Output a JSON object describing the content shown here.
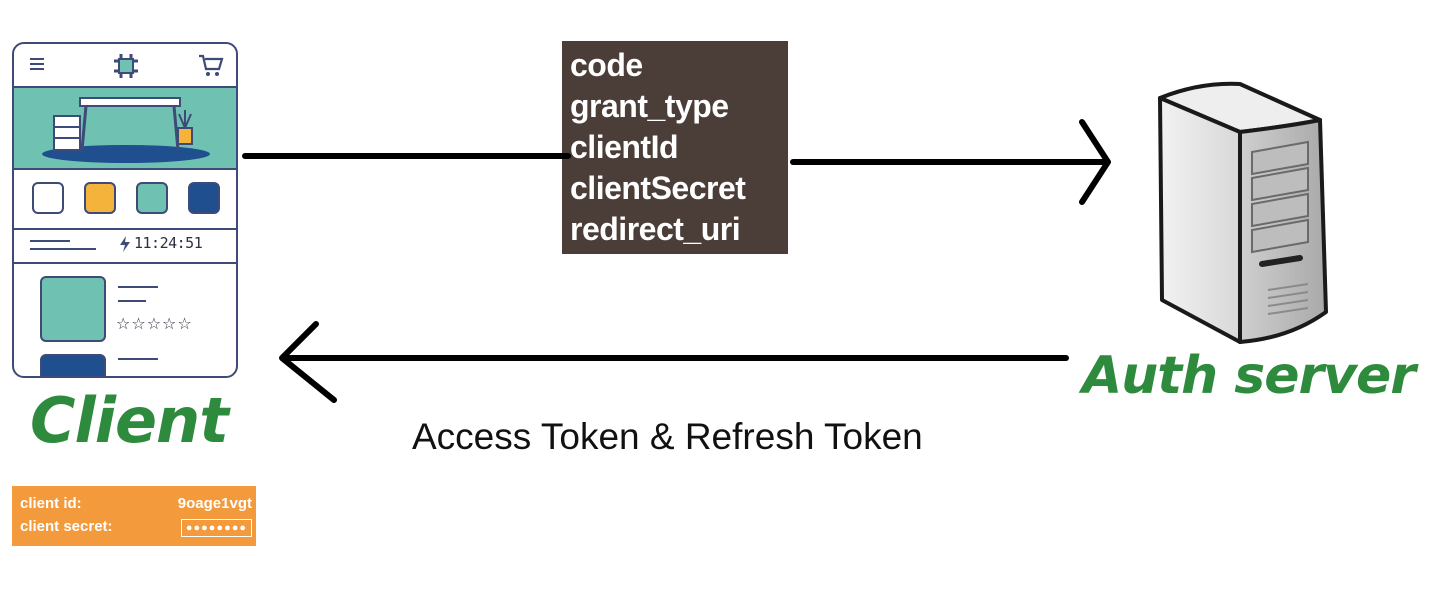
{
  "client": {
    "label": "Client",
    "phone_time": "11:24:51",
    "phone_rating": "☆☆☆☆☆",
    "credentials": {
      "id_key": "client id:",
      "id_value": "9oage1vgt",
      "secret_key": "client secret:",
      "secret_value": "●●●●●●●●"
    },
    "swatch_colors": [
      "#ffffff",
      "#f4b43c",
      "#6fc1b1",
      "#1f4f8f"
    ]
  },
  "request": {
    "params": [
      "code",
      "grant_type",
      "clientId",
      "clientSecret",
      "redirect_uri"
    ]
  },
  "server": {
    "label": "Auth server"
  },
  "response": {
    "label": "Access Token & Refresh Token"
  },
  "colors": {
    "green_label": "#2e8a3c",
    "orange_box": "#f39a3c",
    "params_bg": "#4b3e38"
  }
}
